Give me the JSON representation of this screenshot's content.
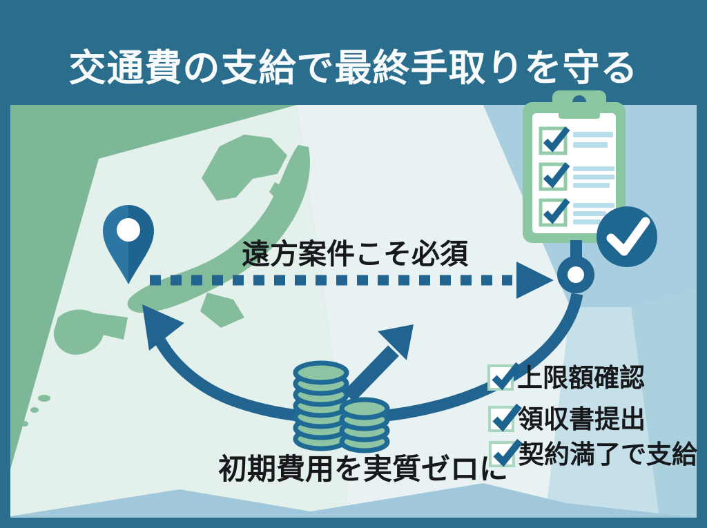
{
  "title": "交通費の支給で最終手取りを守る",
  "map": {
    "route_label": "遠方案件こそ必須",
    "cost_label": "初期費用を実質ゼロに"
  },
  "checklist": {
    "items": [
      {
        "label": "上限額確認"
      },
      {
        "label": "領収書提出"
      },
      {
        "label": "契約満了で支給"
      }
    ]
  },
  "icons": [
    "map-pin-icon",
    "dashed-route-arrow-icon",
    "clipboard-checklist-icon",
    "check-circle-icon",
    "coins-icon",
    "growth-arrow-icon",
    "return-arrow-icon",
    "checkbox-checked-icon"
  ],
  "colors": {
    "frame_blue": "#2a6d8d",
    "accent_blue": "#20648f",
    "pin_blue_light": "#2b75a3",
    "pin_blue_dark": "#1d6590",
    "map_green": "#7cb897",
    "land_green": "#83bd9c",
    "panel_mint": "#e4f0ec",
    "panel_pale": "#e9f2f2",
    "panel_blue_light": "#c6e0ea",
    "panel_blue_mid": "#a8cedf",
    "fold_blue": "#a0c8da",
    "clipboard_green": "#8cc7a4",
    "paper_white": "#ffffff",
    "paper_line_blue": "#b7dcea",
    "checkbox_border_green": "#a9d6bf",
    "check_blue": "#1d6390",
    "title_white": "#f7fbfc",
    "text_black": "#16181b"
  }
}
